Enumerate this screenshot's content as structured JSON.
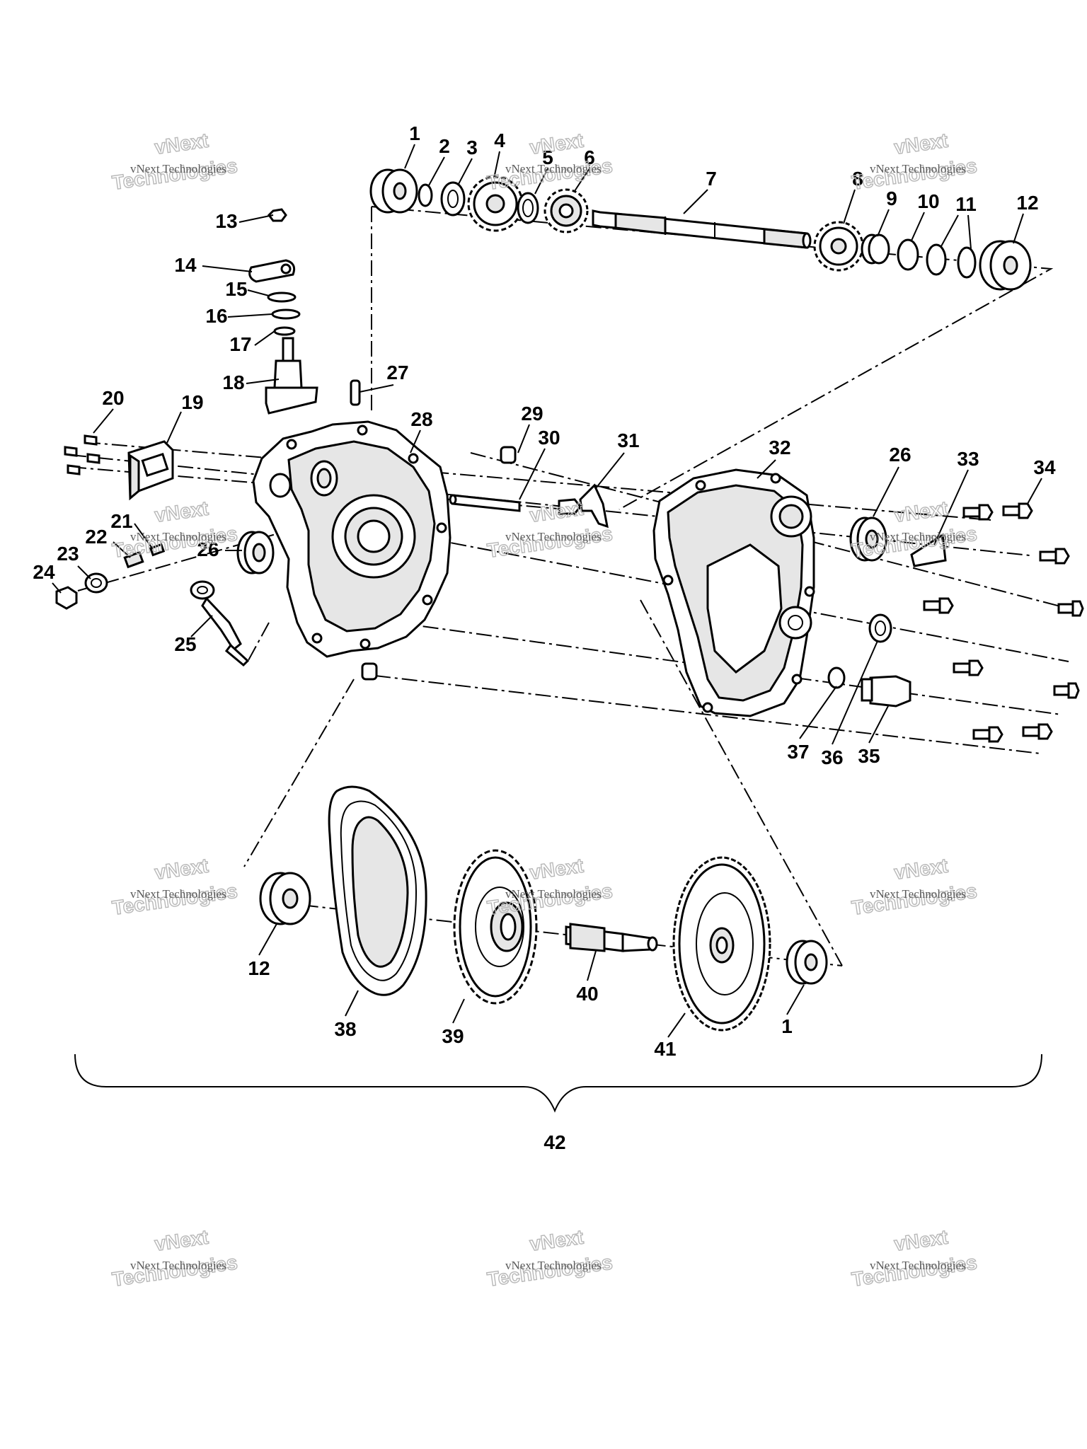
{
  "diagram": {
    "callouts": [
      "1",
      "2",
      "3",
      "4",
      "5",
      "6",
      "7",
      "8",
      "9",
      "10",
      "11",
      "12",
      "13",
      "14",
      "15",
      "16",
      "17",
      "18",
      "19",
      "20",
      "21",
      "22",
      "23",
      "24",
      "25",
      "26",
      "27",
      "28",
      "29",
      "30",
      "31",
      "32",
      "33",
      "34",
      "35",
      "36",
      "37",
      "38",
      "39",
      "40",
      "41",
      "12",
      "1",
      "42",
      "26"
    ]
  },
  "watermark": {
    "line1": "vNext Technologies",
    "line2": "vNext",
    "line3": "Technologies"
  }
}
